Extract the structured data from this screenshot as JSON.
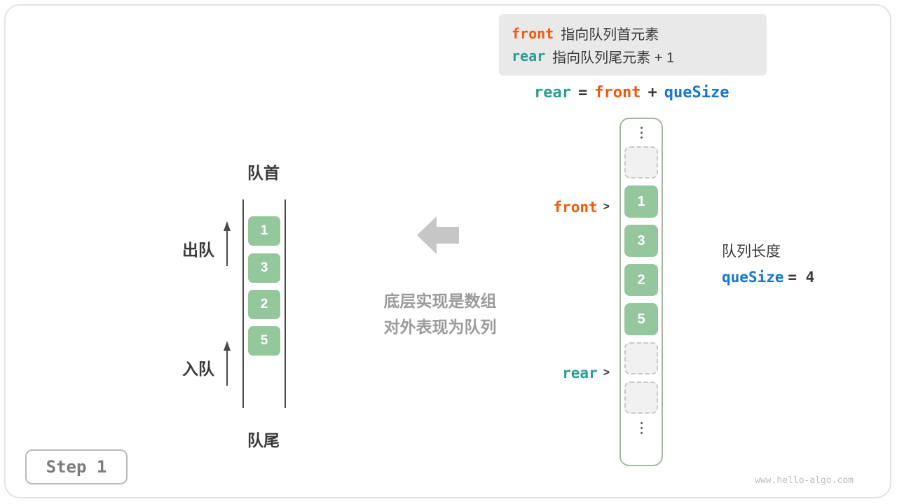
{
  "legend": {
    "front_keyword": "front",
    "front_desc": "指向队列首元素",
    "rear_keyword": "rear",
    "rear_desc": "指向队列尾元素 + 1"
  },
  "formula": {
    "lhs": "rear",
    "eq": "=",
    "front": "front",
    "plus": "+",
    "quesize": "queSize"
  },
  "pointers": {
    "front": "front",
    "rear": "rear",
    "arrow": ">"
  },
  "array_view": {
    "cells": [
      "",
      "1",
      "3",
      "2",
      "5",
      "",
      ""
    ]
  },
  "queue": {
    "head_label": "队首",
    "tail_label": "队尾",
    "dequeue_label": "出队",
    "enqueue_label": "入队",
    "values": [
      "1",
      "3",
      "2",
      "5"
    ]
  },
  "caption": {
    "line1": "底层实现是数组",
    "line2": "对外表现为队列"
  },
  "info": {
    "title": "队列长度",
    "code": "queSize",
    "value": "= 4"
  },
  "step": {
    "label": "Step 1"
  },
  "watermark": "www.hello-algo.com",
  "colors": {
    "front": "#f2590c",
    "rear": "#299d8f",
    "quesize": "#1677d2",
    "cell_green": "#94c79c"
  }
}
